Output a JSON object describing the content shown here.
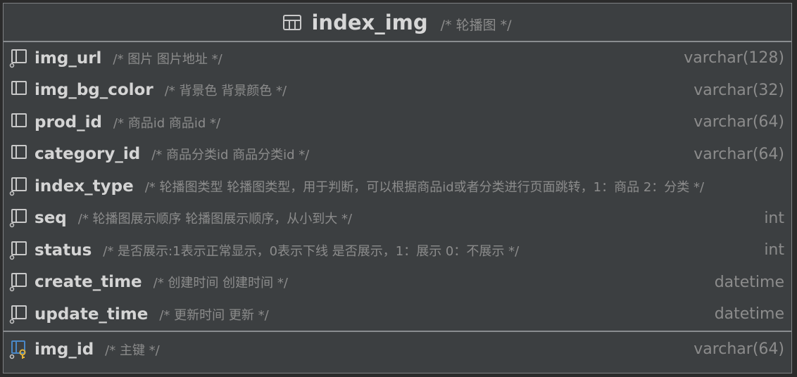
{
  "table": {
    "name": "index_img",
    "comment": "/* 轮播图  */",
    "icon": "table-icon"
  },
  "columns": [
    {
      "name": "img_url",
      "comment": "/* 图片 图片地址 */",
      "type": "varchar(128)",
      "icon": "nullable-column-icon"
    },
    {
      "name": "img_bg_color",
      "comment": "/* 背景色 背景颜色 */",
      "type": "varchar(32)",
      "icon": "column-icon"
    },
    {
      "name": "prod_id",
      "comment": "/* 商品id 商品id */",
      "type": "varchar(64)",
      "icon": "column-icon"
    },
    {
      "name": "category_id",
      "comment": "/* 商品分类id 商品分类id */",
      "type": "varchar(64)",
      "icon": "column-icon"
    },
    {
      "name": "index_type",
      "comment": "/* 轮播图类型 轮播图类型，用于判断，可以根据商品id或者分类进行页面跳转，1：商品 2：分类 */",
      "type": "",
      "icon": "nullable-column-icon"
    },
    {
      "name": "seq",
      "comment": "/* 轮播图展示顺序 轮播图展示顺序，从小到大 */",
      "type": "int",
      "icon": "nullable-column-icon"
    },
    {
      "name": "status",
      "comment": "/* 是否展示:1表示正常显示，0表示下线 是否展示，1：展示    0：不展示 */",
      "type": "int",
      "icon": "nullable-column-icon"
    },
    {
      "name": "create_time",
      "comment": "/* 创建时间 创建时间 */",
      "type": "datetime",
      "icon": "nullable-column-icon"
    },
    {
      "name": "update_time",
      "comment": "/* 更新时间 更新 */",
      "type": "datetime",
      "icon": "nullable-column-icon"
    }
  ],
  "primary_key": {
    "name": "img_id",
    "comment": "/* 主键 */",
    "type": "varchar(64)",
    "icon": "primary-key-icon"
  },
  "colors": {
    "background": "#3c3f41",
    "text": "#d4d4d4",
    "muted": "#8c8c8c",
    "key": "#e2b33a",
    "key_column": "#4a88c7"
  }
}
